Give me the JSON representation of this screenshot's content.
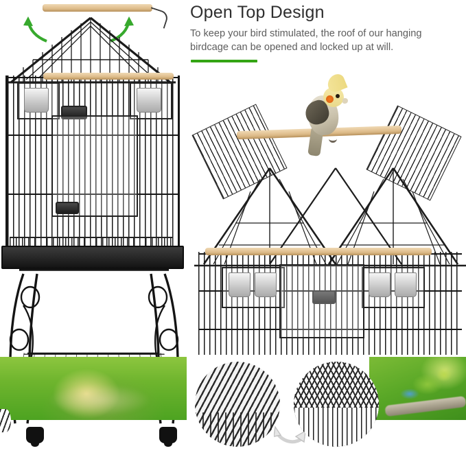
{
  "headline": "Open Top Design",
  "description": "To keep your bird stimulated, the roof of our hanging birdcage can be opened and locked up at will.",
  "colors": {
    "accent_green": "#34a514",
    "band_green": "#6fb52e",
    "cage_black": "#1a1a1a",
    "perch_wood": "#e3c394",
    "heading_text": "#2f2f2f",
    "body_text": "#5d5d5d"
  },
  "left_product": {
    "name": "full-cage-with-stand",
    "parts": [
      "top-hanging-perch",
      "locking-hook",
      "peaked-roof",
      "wire-cage-body",
      "feeder-cups",
      "access-door",
      "pull-out-tray",
      "scrollwork-stand",
      "wire-storage-shelf",
      "locking-casters"
    ],
    "open_roof_arrows": 2
  },
  "right_product": {
    "name": "cage-with-roof-opened",
    "parts": [
      "opened-roof-panel-left",
      "opened-roof-panel-right",
      "wooden-play-perch",
      "cockatiel-bird",
      "feeder-cups",
      "access-door"
    ]
  },
  "insets": [
    {
      "label": "roof-closed-detail"
    },
    {
      "label": "roof-open-detail"
    }
  ],
  "photo_bands": [
    {
      "label": "cockatiel-photo-band"
    },
    {
      "label": "quaker-parrot-photo-band"
    }
  ]
}
